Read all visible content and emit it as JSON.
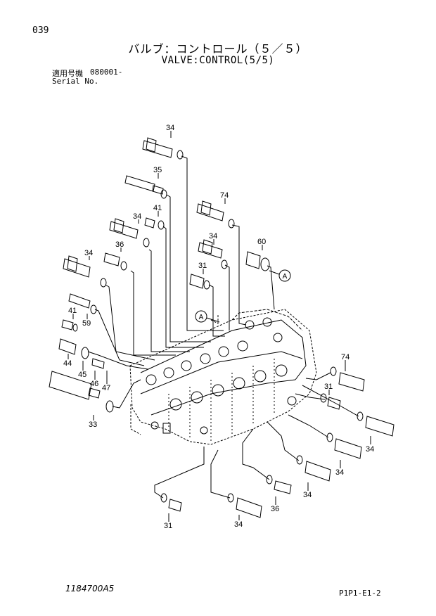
{
  "header": {
    "page_number": "039",
    "title_jp": "バルブ：コントロール（５／５）",
    "title_en": "VALVE:CONTROL(5/5)",
    "serial_label_jp": "適用号機",
    "serial_value": "080001-",
    "serial_label_en": "Serial No."
  },
  "callouts": {
    "c34a": "34",
    "c35": "35",
    "c74a": "74",
    "c41a": "41",
    "c34b": "34",
    "c36a": "36",
    "c34c": "34",
    "c60": "60",
    "c31a": "31",
    "c34d": "34",
    "c41b": "41",
    "c59": "59",
    "c44": "44",
    "c45": "45",
    "c46": "46",
    "c47": "47",
    "c33": "33",
    "c74b": "74",
    "c31b": "31",
    "c34e": "34",
    "c34f": "34",
    "c34g": "34",
    "c31c": "31",
    "c36b": "36",
    "c34h": "34"
  },
  "refs": {
    "a1": "A",
    "a2": "A"
  },
  "footer": {
    "doc_code": "1184700A5",
    "sheet_code": "P1P1-E1-2"
  }
}
